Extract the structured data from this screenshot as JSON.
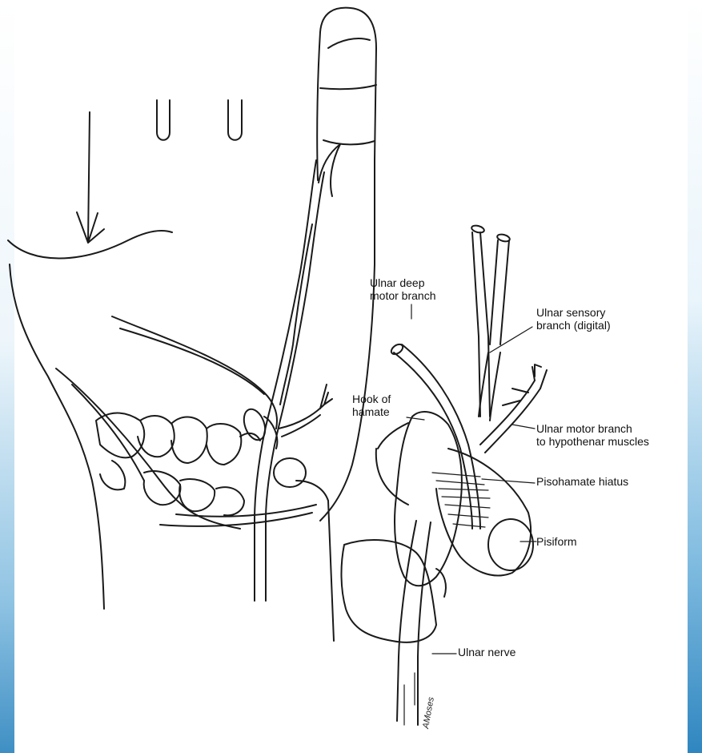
{
  "colors": {
    "line": "#1a1a1a",
    "paper": "#ffffff",
    "edge_glow": "#3f8fc4"
  },
  "labels": {
    "ulnar_deep_motor": [
      "Ulnar deep",
      "motor branch"
    ],
    "ulnar_sensory": [
      "Ulnar sensory",
      "branch (digital)"
    ],
    "hook_of_hamate": [
      "Hook of",
      "hamate"
    ],
    "ulnar_motor_hypothenar": [
      "Ulnar motor branch",
      "to hypothenar muscles"
    ],
    "pisohamate_hiatus": "Pisohamate hiatus",
    "pisiform": "Pisiform",
    "ulnar_nerve": "Ulnar nerve"
  },
  "signature": "AMoses"
}
